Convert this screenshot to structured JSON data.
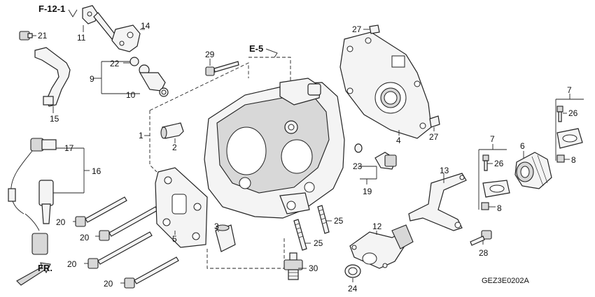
{
  "refs": {
    "frame_f12_1": "F-12-1",
    "frame_e5": "E-5",
    "front": "FR.",
    "diagram_code": "GEZ3E0202A"
  },
  "callouts": {
    "c1": "1",
    "c2": "2",
    "c3": "3",
    "c4": "4",
    "c5": "5",
    "c6": "6",
    "c7a": "7",
    "c7b": "7",
    "c8a": "8",
    "c8b": "8",
    "c9": "9",
    "c10": "10",
    "c11": "11",
    "c12": "12",
    "c13": "13",
    "c14": "14",
    "c15": "15",
    "c16": "16",
    "c17": "17",
    "c19": "19",
    "c20a": "20",
    "c20b": "20",
    "c20c": "20",
    "c20d": "20",
    "c21": "21",
    "c22": "22",
    "c23": "23",
    "c24": "24",
    "c25a": "25",
    "c25b": "25",
    "c26a": "26",
    "c26b": "26",
    "c27a": "27",
    "c27b": "27",
    "c28": "28",
    "c29": "29",
    "c30": "30"
  }
}
